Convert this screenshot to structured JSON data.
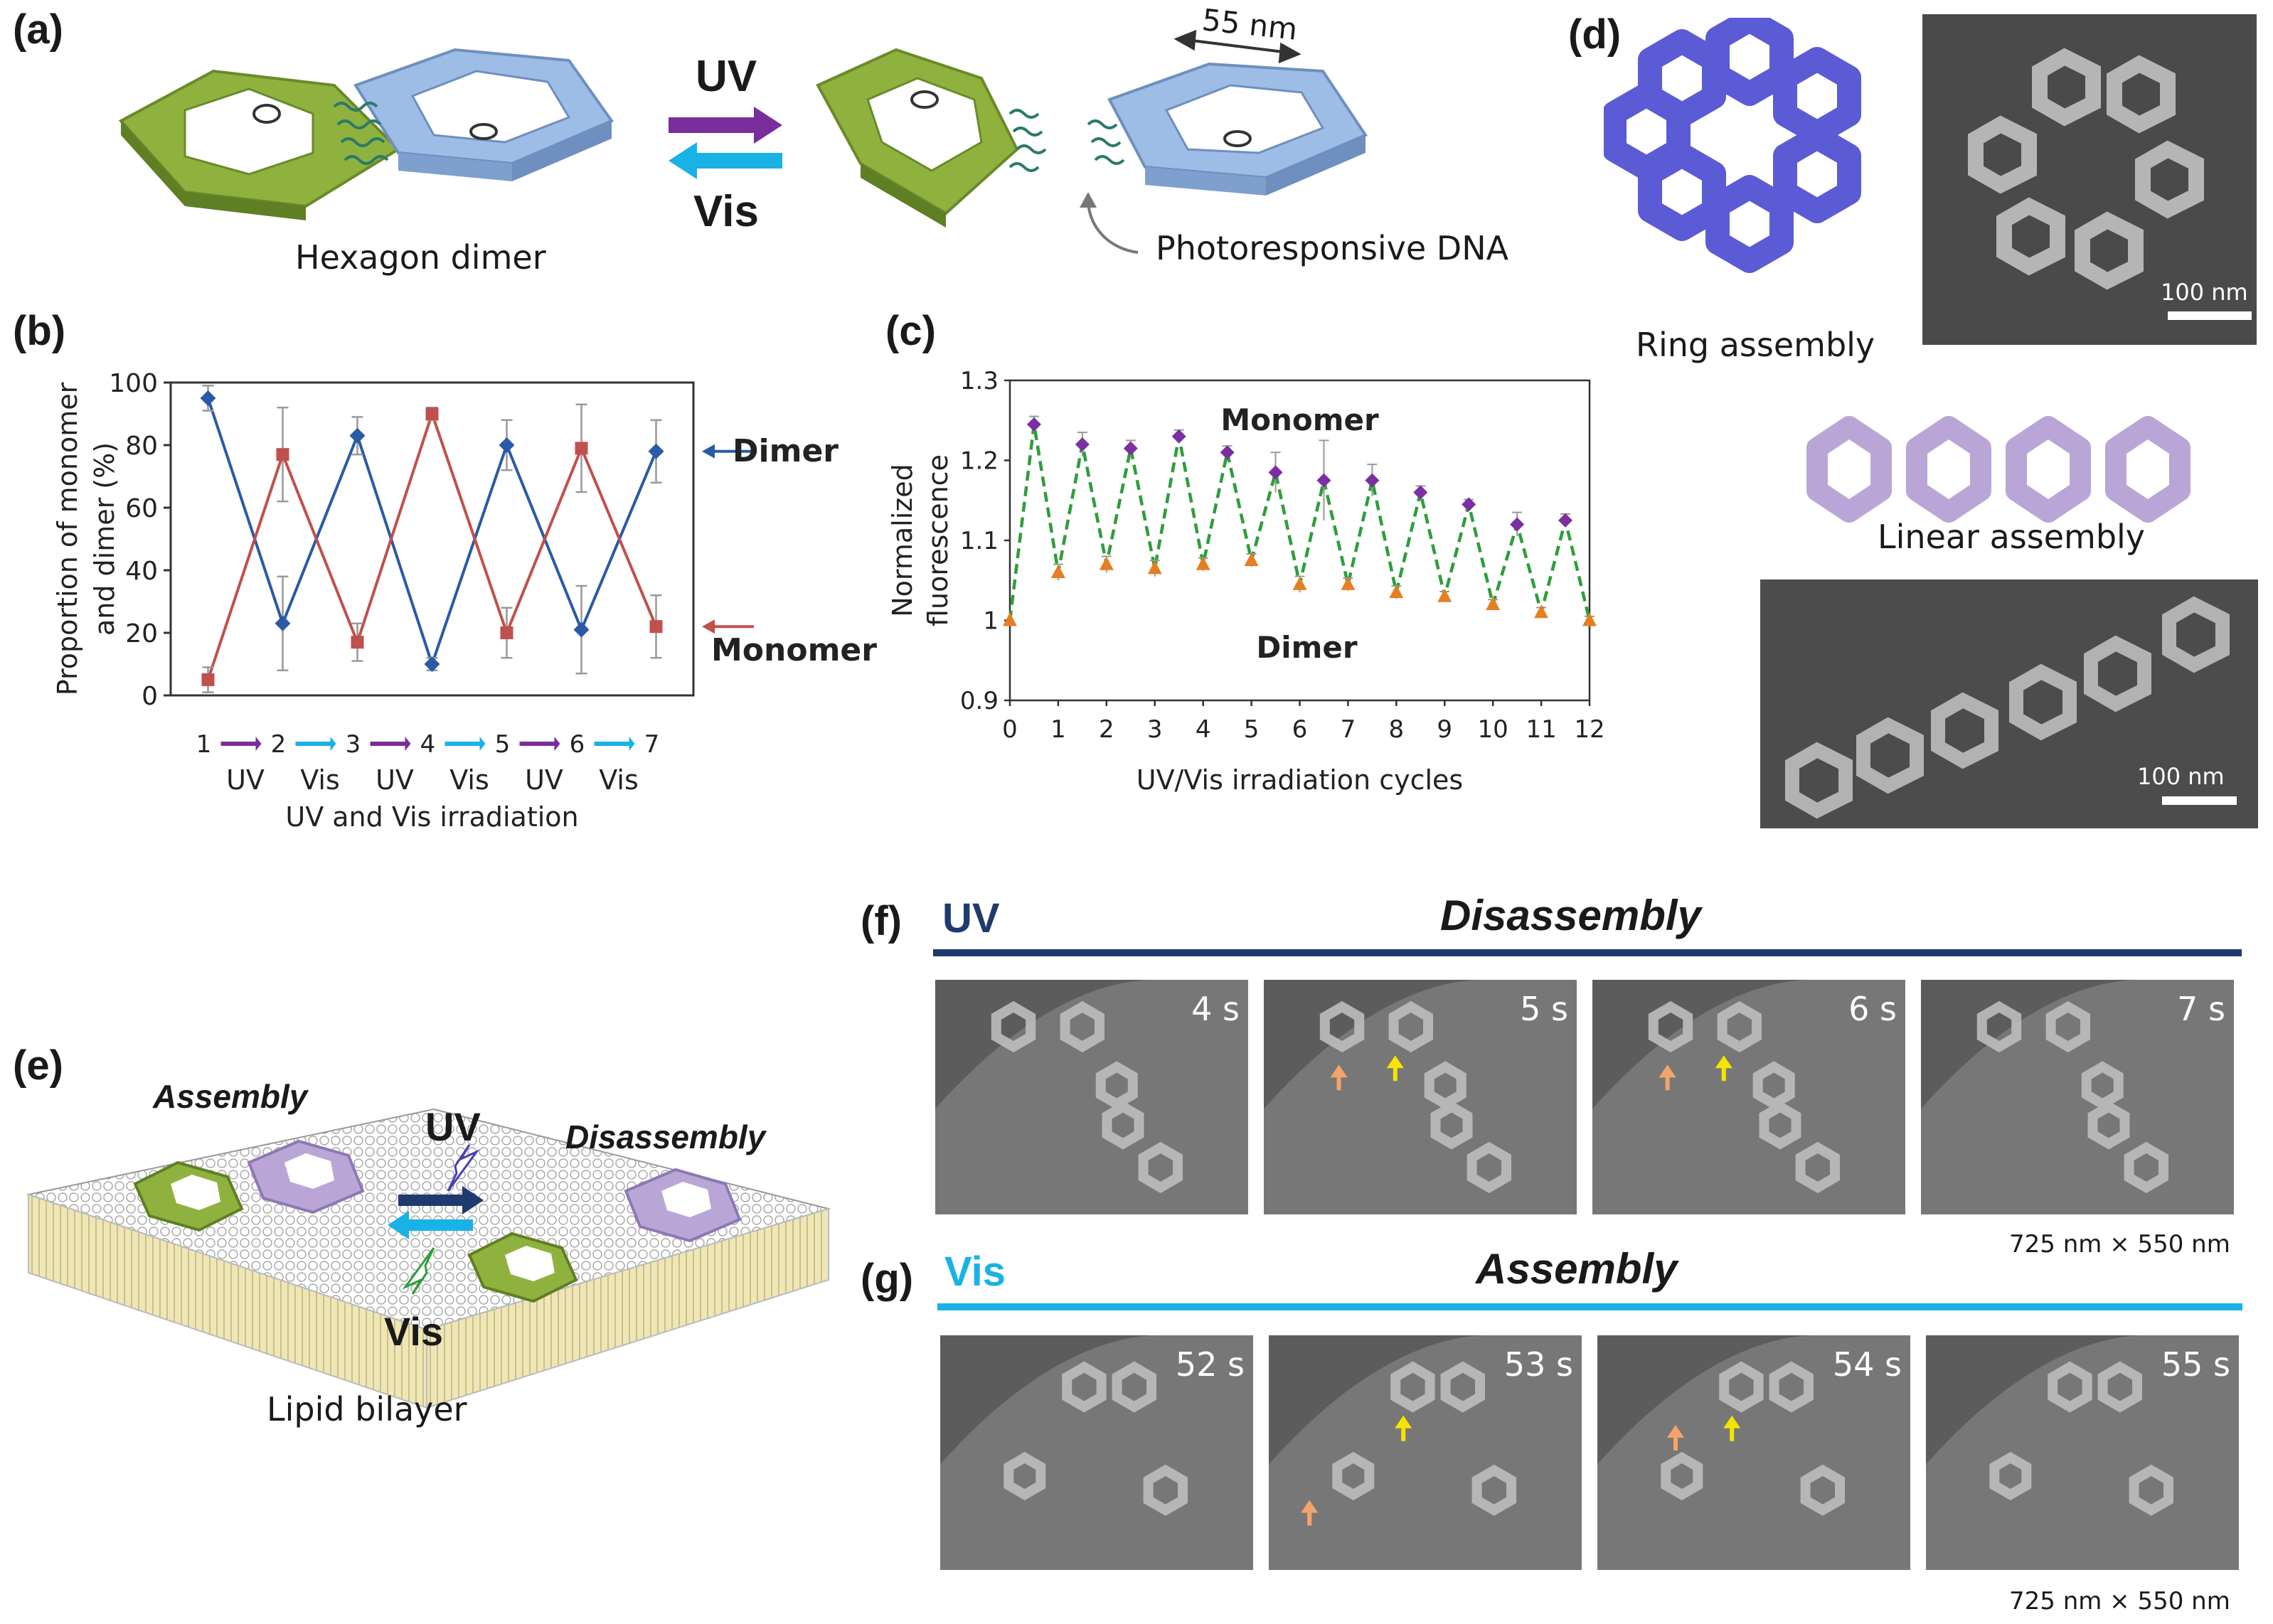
{
  "panels": {
    "a": {
      "label": "(a)",
      "caption": "Hexagon dimer",
      "uv": "UV",
      "vis": "Vis",
      "width_label": "55 nm",
      "callout": "Photoresponsive DNA"
    },
    "b": {
      "label": "(b)"
    },
    "c": {
      "label": "(c)"
    },
    "d": {
      "label": "(d)",
      "ring_caption": "Ring assembly",
      "linear_caption": "Linear assembly",
      "scale_top": "100 nm",
      "scale_bottom": "100 nm"
    },
    "e": {
      "label": "(e)",
      "assembly": "Assembly",
      "disassembly": "Disassembly",
      "uv": "UV",
      "vis": "Vis",
      "caption": "Lipid bilayer"
    },
    "f": {
      "label": "(f)",
      "mode": "UV",
      "title": "Disassembly",
      "frames": [
        "4 s",
        "5 s",
        "6 s",
        "7 s"
      ],
      "scan_size": "725 nm × 550 nm"
    },
    "g": {
      "label": "(g)",
      "mode": "Vis",
      "title": "Assembly",
      "frames": [
        "52 s",
        "53 s",
        "54 s",
        "55 s"
      ],
      "scan_size": "725 nm × 550 nm"
    }
  },
  "colors": {
    "uv_purple": "#7a2d9c",
    "vis_cyan": "#19b2e6",
    "dimer_blue": "#2a5aa6",
    "monomer_red": "#c0504d",
    "monomer_green": "#2e9e3a",
    "dimer_orange": "#e67e22",
    "monomer_violet": "#7b2fa0",
    "green_tile": "#8fb23f",
    "blue_tile": "#9dbde6",
    "lilac_tile": "#b9a6d6",
    "ring_tile": "#5b5bd6",
    "uv_title": "#1f3a6e",
    "arrow_orange": "#f4a46a",
    "arrow_yellow": "#f5e400"
  },
  "chart_data": [
    {
      "id": "b",
      "type": "line",
      "x": [
        1,
        2,
        3,
        4,
        5,
        6,
        7
      ],
      "tick_labels": [
        "1",
        "2",
        "3",
        "4",
        "5",
        "6",
        "7"
      ],
      "step_labels": [
        "UV",
        "Vis",
        "UV",
        "Vis",
        "UV",
        "Vis"
      ],
      "xlabel": "UV and Vis irradiation",
      "ylabel_line1": "Proportion of monomer",
      "ylabel_line2": "and dimer (%)",
      "ylim": [
        0,
        100
      ],
      "yticks": [
        "0",
        "20",
        "40",
        "60",
        "80",
        "100"
      ],
      "series": [
        {
          "name": "Dimer",
          "color": "#2a5aa6",
          "marker": "diamond",
          "values": [
            95,
            23,
            83,
            10,
            80,
            21,
            78
          ],
          "errors": [
            4,
            15,
            6,
            2,
            8,
            14,
            10
          ]
        },
        {
          "name": "Monomer",
          "color": "#c0504d",
          "marker": "square",
          "values": [
            5,
            77,
            17,
            90,
            20,
            79,
            22
          ],
          "errors": [
            4,
            15,
            6,
            2,
            8,
            14,
            10
          ]
        }
      ]
    },
    {
      "id": "c",
      "type": "line",
      "xlabel": "UV/Vis irradiation cycles",
      "ylabel_line1": "Normalized",
      "ylabel_line2": "fluorescence",
      "xlim": [
        0,
        12
      ],
      "ylim": [
        0.9,
        1.3
      ],
      "xticks": [
        "0",
        "1",
        "2",
        "3",
        "4",
        "5",
        "6",
        "7",
        "8",
        "9",
        "10",
        "11",
        "12"
      ],
      "yticks": [
        "0.9",
        "1",
        "1.1",
        "1.2",
        "1.3"
      ],
      "annotations": [
        "Monomer",
        "Dimer"
      ],
      "x": [
        0,
        0.5,
        1,
        1.5,
        2,
        2.5,
        3,
        3.5,
        4,
        4.5,
        5,
        5.5,
        6,
        6.5,
        7,
        7.5,
        8,
        8.5,
        9,
        9.5,
        10,
        10.5,
        11,
        11.5,
        12
      ],
      "y": [
        1.0,
        1.245,
        1.06,
        1.22,
        1.07,
        1.215,
        1.065,
        1.23,
        1.07,
        1.21,
        1.075,
        1.185,
        1.045,
        1.175,
        1.045,
        1.175,
        1.035,
        1.16,
        1.03,
        1.145,
        1.02,
        1.12,
        1.01,
        1.125,
        1.0
      ],
      "errors": [
        0,
        0.01,
        0.01,
        0.015,
        0.01,
        0.01,
        0.01,
        0.008,
        0.008,
        0.008,
        0.008,
        0.025,
        0.01,
        0.05,
        0.008,
        0.02,
        0.008,
        0.008,
        0.006,
        0.006,
        0.006,
        0.015,
        0.006,
        0.008,
        0.005
      ],
      "line_color": "#2e9e3a"
    }
  ]
}
